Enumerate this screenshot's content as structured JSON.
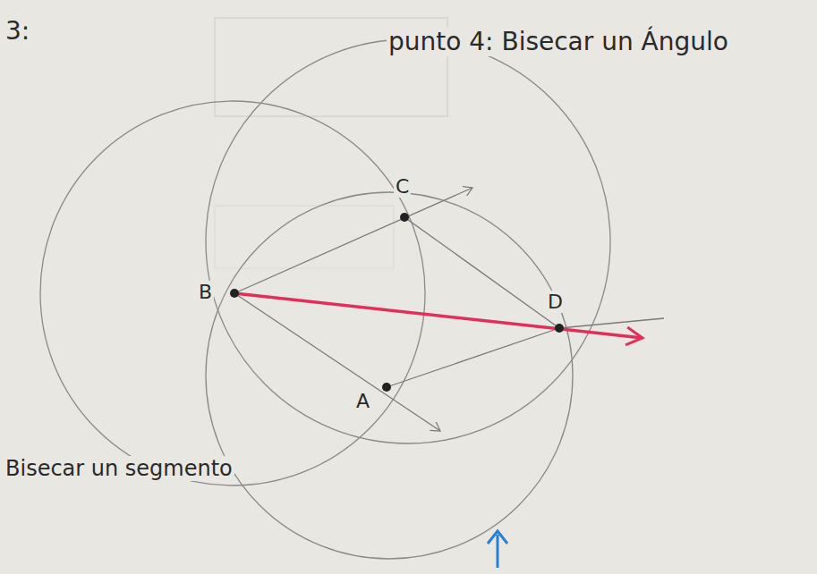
{
  "diagram": {
    "title": "punto 4: Bisecar un Ángulo",
    "labels": [
      "3:",
      "C",
      "B",
      "D",
      "A",
      "Bisecar un segmento"
    ]
  }
}
